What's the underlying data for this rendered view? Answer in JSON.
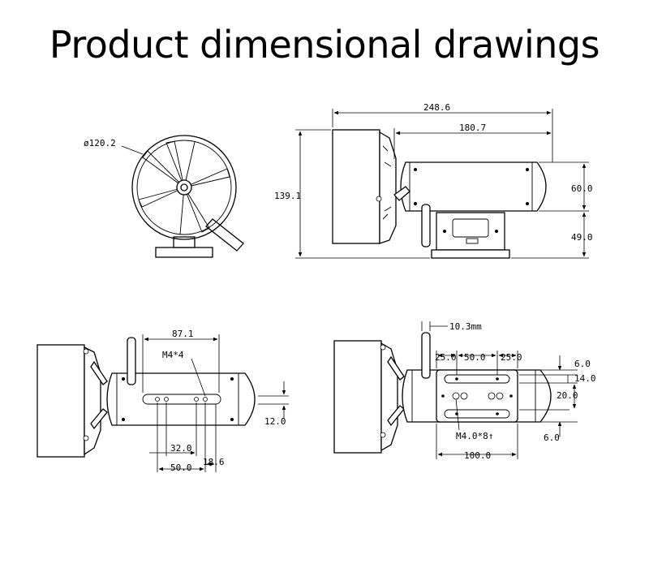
{
  "title": "Product dimensional drawings",
  "front_view": {
    "diameter": "ø120.2"
  },
  "side_view": {
    "overall_length": "248.6",
    "body_length": "180.7",
    "overall_height": "139.1",
    "body_height": "60.0",
    "base_height": "49.0"
  },
  "top_view": {
    "hole_span": "87.1",
    "screw_label": "M4*4",
    "offset_y": "12.0",
    "hole_pitch_a": "32.0",
    "hole_pitch_b": "50.0",
    "hole_edge": "18.6"
  },
  "bottom_view": {
    "shaft_diameter": "10.3mm",
    "spacing_left": "25.0",
    "spacing_mid": "50.0",
    "spacing_right": "25.0",
    "edge_top": "6.0",
    "slot_width": "14.0",
    "plate_width": "20.0",
    "screw_label": "M4.0*8↑",
    "edge_bottom": "6.0",
    "plate_length": "100.0"
  }
}
